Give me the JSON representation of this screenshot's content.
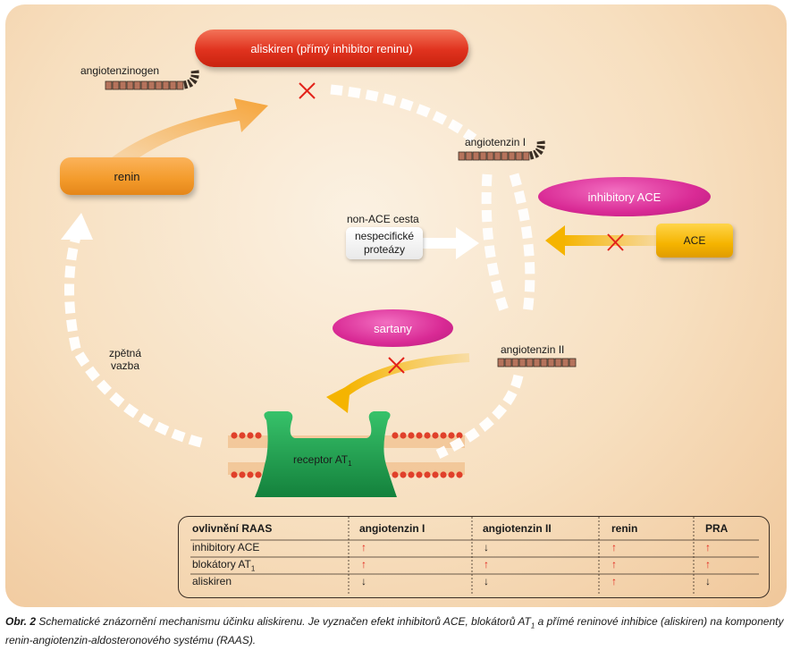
{
  "nodes": {
    "aliskiren": "aliskiren (přímý inhibitor reninu)",
    "angiotenzinogen": "angiotenzinogen",
    "renin": "renin",
    "angiotenzin_i": "angiotenzin I",
    "inhibitory_ace": "inhibitory ACE",
    "ace": "ACE",
    "non_ace_cesta": "non-ACE cesta",
    "proteazy_line1": "nespecifické",
    "proteazy_line2": "proteázy",
    "sartany": "sartany",
    "angiotenzin_ii": "angiotenzin II",
    "zpetna": "zpětná",
    "vazba": "vazba",
    "receptor": "receptor AT",
    "receptor_sub": "1"
  },
  "colors": {
    "aliskiren": "#e0321e",
    "renin": "#f39a2a",
    "inhibitor_pink": "#d92a95",
    "ace_yellow": "#f5b400",
    "block_x": "#e3231b",
    "receptor_green": "#1e9a4a",
    "peptide_brown": "#b5735c"
  },
  "table": {
    "headers": [
      "ovlivnění RAAS",
      "angiotenzin I",
      "angiotenzin II",
      "renin",
      "PRA"
    ],
    "rows": [
      {
        "label": "inhibitory ACE",
        "label_sub": "",
        "cells": [
          "↑",
          "↓",
          "↑",
          "↑"
        ],
        "dirs": [
          "up",
          "down",
          "up",
          "up"
        ]
      },
      {
        "label": "blokátory AT",
        "label_sub": "1",
        "cells": [
          "↑",
          "↑",
          "↑",
          "↑"
        ],
        "dirs": [
          "up",
          "up",
          "up",
          "up"
        ]
      },
      {
        "label": "aliskiren",
        "label_sub": "",
        "cells": [
          "↓",
          "↓",
          "↑",
          "↓"
        ],
        "dirs": [
          "down",
          "down",
          "up",
          "down"
        ]
      }
    ]
  },
  "caption": {
    "prefix": "Obr. 2",
    "text_a": "Schematické znázornění mechanismu účinku aliskirenu. Je vyznačen efekt inhibitorů ACE, blokátorů AT",
    "sub": "1",
    "text_b": " a přímé reninové inhibice (aliskiren) na komponenty renin-angiotenzin-aldosteronového systému (RAAS)."
  }
}
